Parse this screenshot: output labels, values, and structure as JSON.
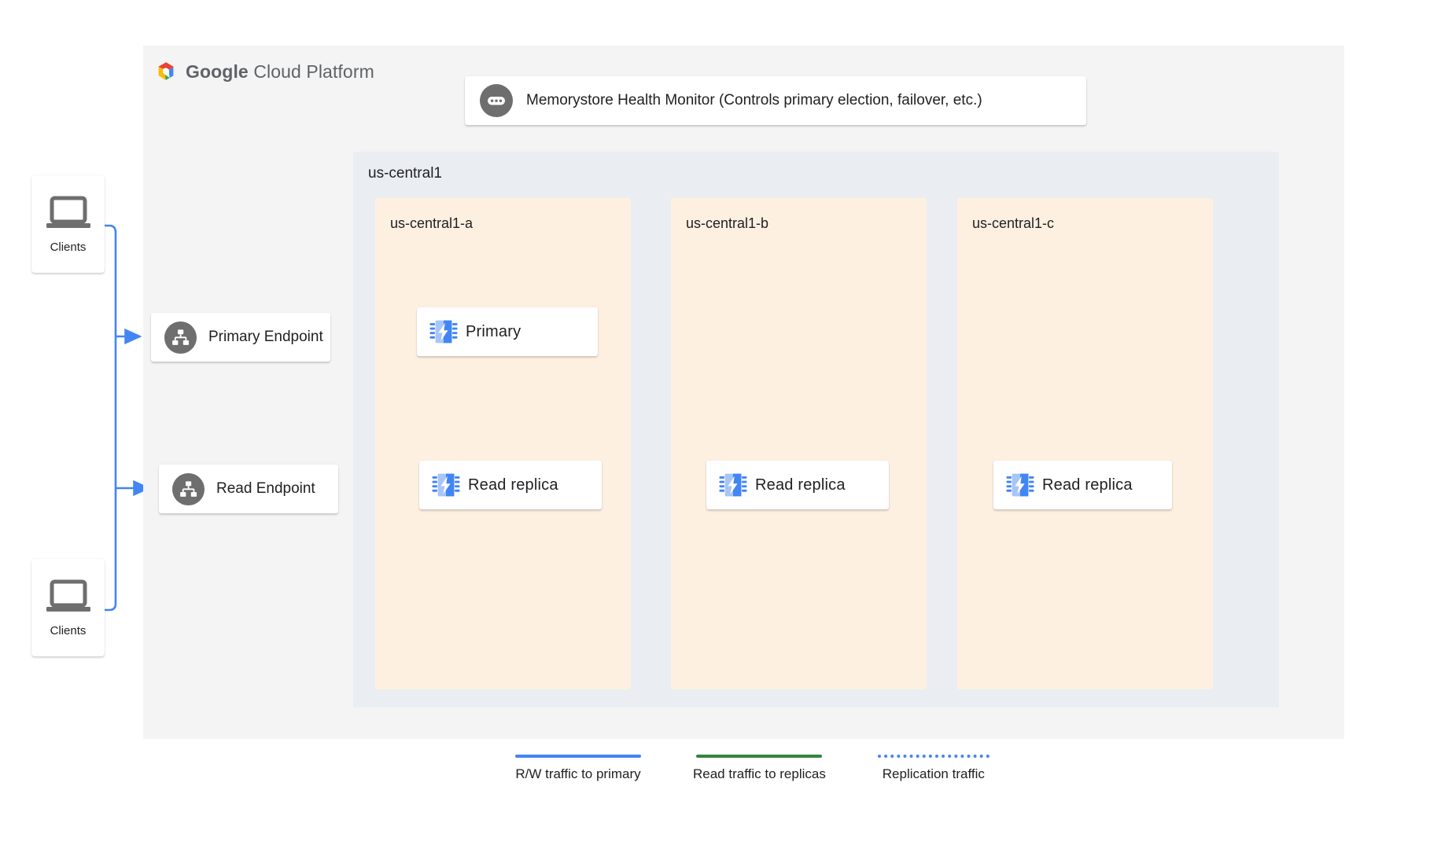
{
  "platform": {
    "logo_icon": "google-cloud-hexagon-icon",
    "brand_bold": "Google",
    "brand_light": " Cloud Platform"
  },
  "monitor": {
    "icon": "health-monitor-icon",
    "label": "Memorystore Health Monitor (Controls primary election, failover, etc.)"
  },
  "region": {
    "label": "us-central1",
    "background": "#eaeef2",
    "zones": [
      {
        "label": "us-central1-a",
        "background": "#fef0e1"
      },
      {
        "label": "us-central1-b",
        "background": "#fef0e1"
      },
      {
        "label": "us-central1-c",
        "background": "#fef0e1"
      }
    ]
  },
  "clients": [
    {
      "icon": "laptop-icon",
      "label": "Clients"
    },
    {
      "icon": "laptop-icon",
      "label": "Clients"
    }
  ],
  "endpoints": [
    {
      "icon": "endpoint-hierarchy-icon",
      "label": "Primary Endpoint"
    },
    {
      "icon": "endpoint-hierarchy-icon",
      "label": "Read Endpoint"
    }
  ],
  "nodes": {
    "primary": {
      "icon": "memorystore-chip-icon",
      "label": "Primary",
      "zone": "us-central1-a"
    },
    "replicas": [
      {
        "icon": "memorystore-chip-icon",
        "label": "Read replica",
        "zone": "us-central1-a"
      },
      {
        "icon": "memorystore-chip-icon",
        "label": "Read replica",
        "zone": "us-central1-b"
      },
      {
        "icon": "memorystore-chip-icon",
        "label": "Read replica",
        "zone": "us-central1-c"
      }
    ]
  },
  "legend": [
    {
      "label": "R/W traffic to primary",
      "color": "#4285f4",
      "style": "solid"
    },
    {
      "label": "Read traffic to replicas",
      "color": "#34833f",
      "style": "solid"
    },
    {
      "label": "Replication traffic",
      "color": "#4285f4",
      "style": "dotted"
    }
  ],
  "colors": {
    "blue": "#4285f4",
    "green": "#34833f",
    "gray_icon": "#6e6e6e",
    "panel": "#f4f4f4",
    "region": "#eaeef2",
    "zone": "#fef0e1",
    "chip_light": "#a7c5fb",
    "chip_dark": "#4285f4"
  }
}
